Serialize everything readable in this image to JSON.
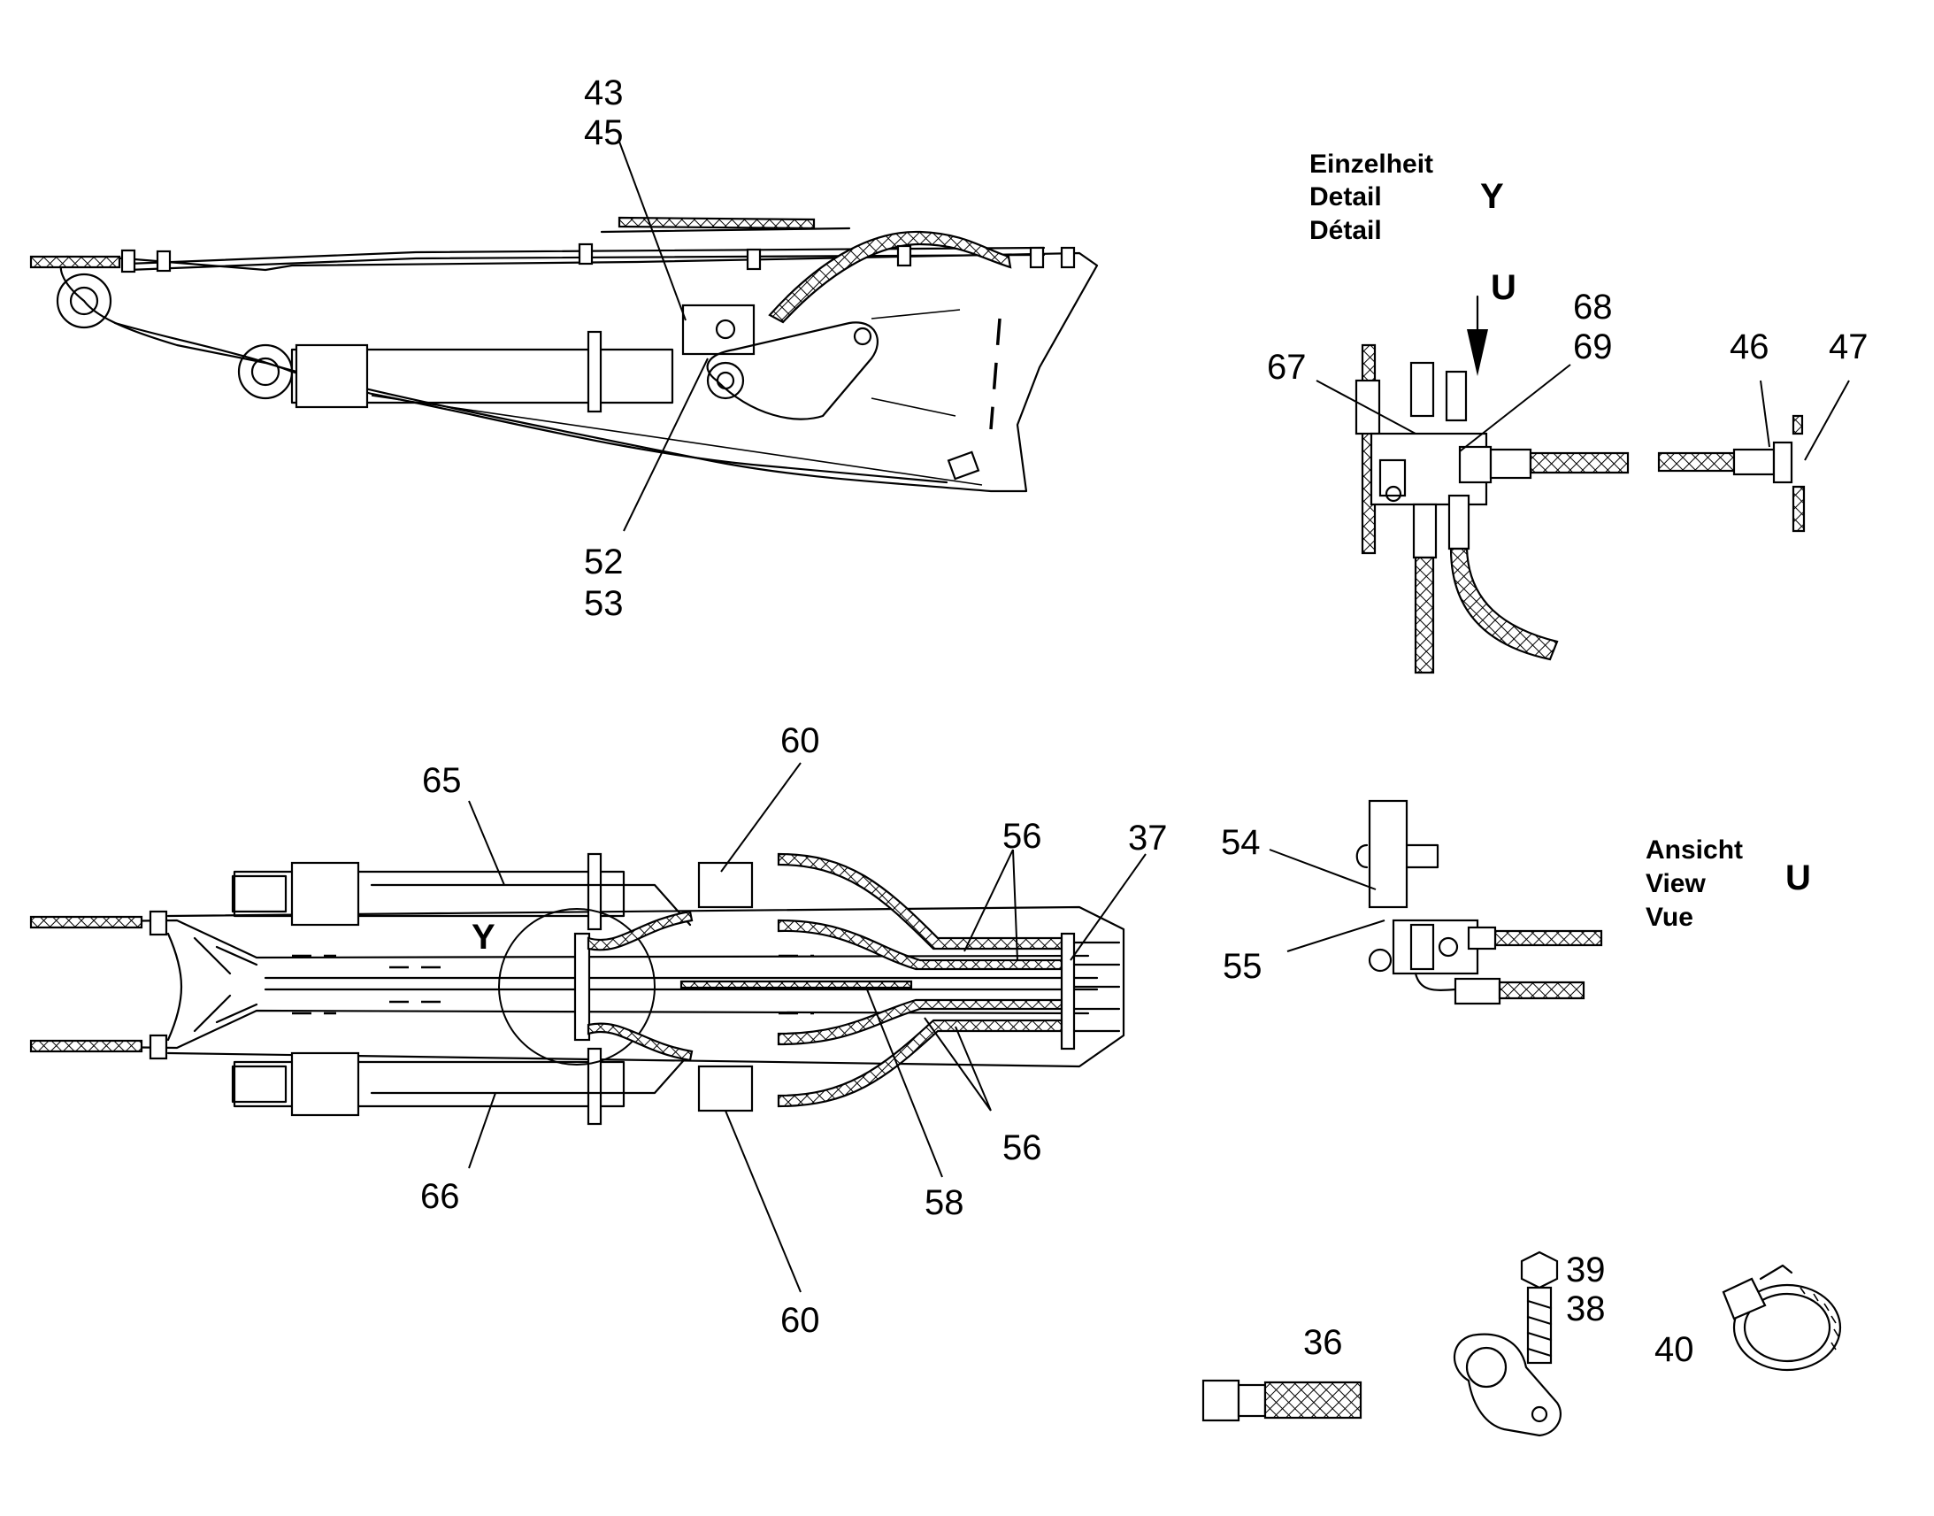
{
  "detail_y": {
    "heading_de": "Einzelheit",
    "heading_en": "Detail",
    "heading_fr": "Détail",
    "letter": "Y"
  },
  "view_u": {
    "heading_de": "Ansicht",
    "heading_en": "View",
    "heading_fr": "Vue",
    "letter": "U"
  },
  "arrow_letter": "U",
  "circle_letter": "Y",
  "part_numbers": {
    "p43": "43",
    "p45": "45",
    "p52": "52",
    "p53": "53",
    "p67": "67",
    "p68": "68",
    "p69": "69",
    "p46": "46",
    "p47": "47",
    "p60_top": "60",
    "p65": "65",
    "p56_top": "56",
    "p37": "37",
    "p66": "66",
    "p56_bottom": "56",
    "p58": "58",
    "p60_bottom": "60",
    "p54": "54",
    "p55": "55",
    "p39": "39",
    "p38": "38",
    "p36": "36",
    "p40": "40"
  }
}
